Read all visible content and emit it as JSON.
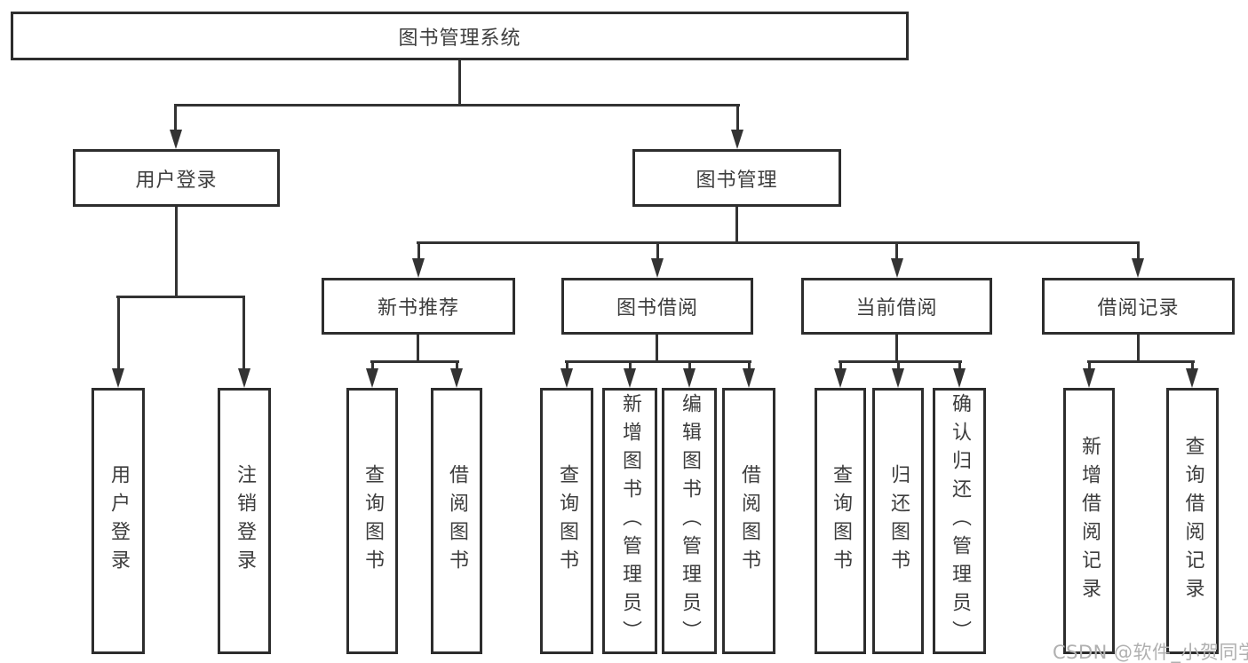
{
  "tree": {
    "root": {
      "label": "图书管理系统"
    },
    "branches": [
      {
        "label": "用户登录",
        "children": [
          {
            "label": "用户登录"
          },
          {
            "label": "注销登录"
          }
        ]
      },
      {
        "label": "图书管理",
        "children": [
          {
            "label": "新书推荐",
            "children": [
              {
                "label": "查询图书"
              },
              {
                "label": "借阅图书"
              }
            ]
          },
          {
            "label": "图书借阅",
            "children": [
              {
                "label": "查询图书"
              },
              {
                "label": "新增图书（管理员）"
              },
              {
                "label": "编辑图书（管理员）"
              },
              {
                "label": "借阅图书"
              }
            ]
          },
          {
            "label": "当前借阅",
            "children": [
              {
                "label": "查询图书"
              },
              {
                "label": "归还图书"
              },
              {
                "label": "确认归还（管理员）"
              }
            ]
          },
          {
            "label": "借阅记录",
            "children": [
              {
                "label": "新增借阅记录"
              },
              {
                "label": "查询借阅记录"
              }
            ]
          }
        ]
      }
    ]
  },
  "watermark": {
    "text": "CSDN @软件_小贺同学"
  },
  "colors": {
    "background": "#ffffff",
    "box_border": "#2d2d2d",
    "line": "#333333",
    "text": "#3d3d3d",
    "watermark": "#b0b0b0"
  }
}
